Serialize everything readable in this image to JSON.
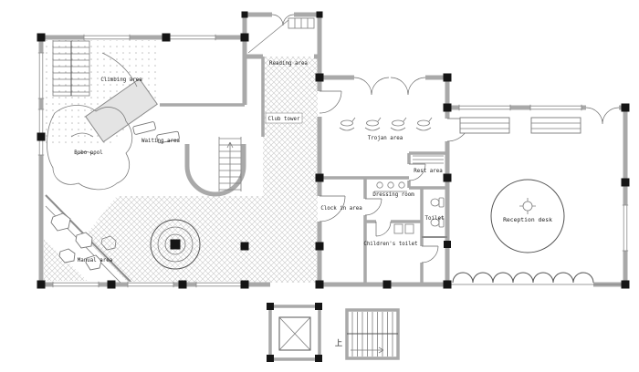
{
  "labels": {
    "climbing_area": "Climbing area",
    "reading_area": "Reading area",
    "waiting_area": "Waiting area",
    "bobo_pool": "Bobo pool",
    "club_tower": "Club tower",
    "trojan_area": "Trojan area",
    "rest_area": "Rest area",
    "dressing_room": "Dressing room",
    "clock_in_area": "Clock in area",
    "toilet": "Toilet",
    "childrens_toilet": "Children's toilet",
    "manual_area": "Manual area",
    "reception_desk": "Reception desk",
    "stairs_up": "上"
  },
  "colors": {
    "wall": "#a9a9a9",
    "line": "#555555",
    "hatch": "#c9c9c9",
    "column": "#151515",
    "background": "#ffffff",
    "text": "#222222"
  }
}
